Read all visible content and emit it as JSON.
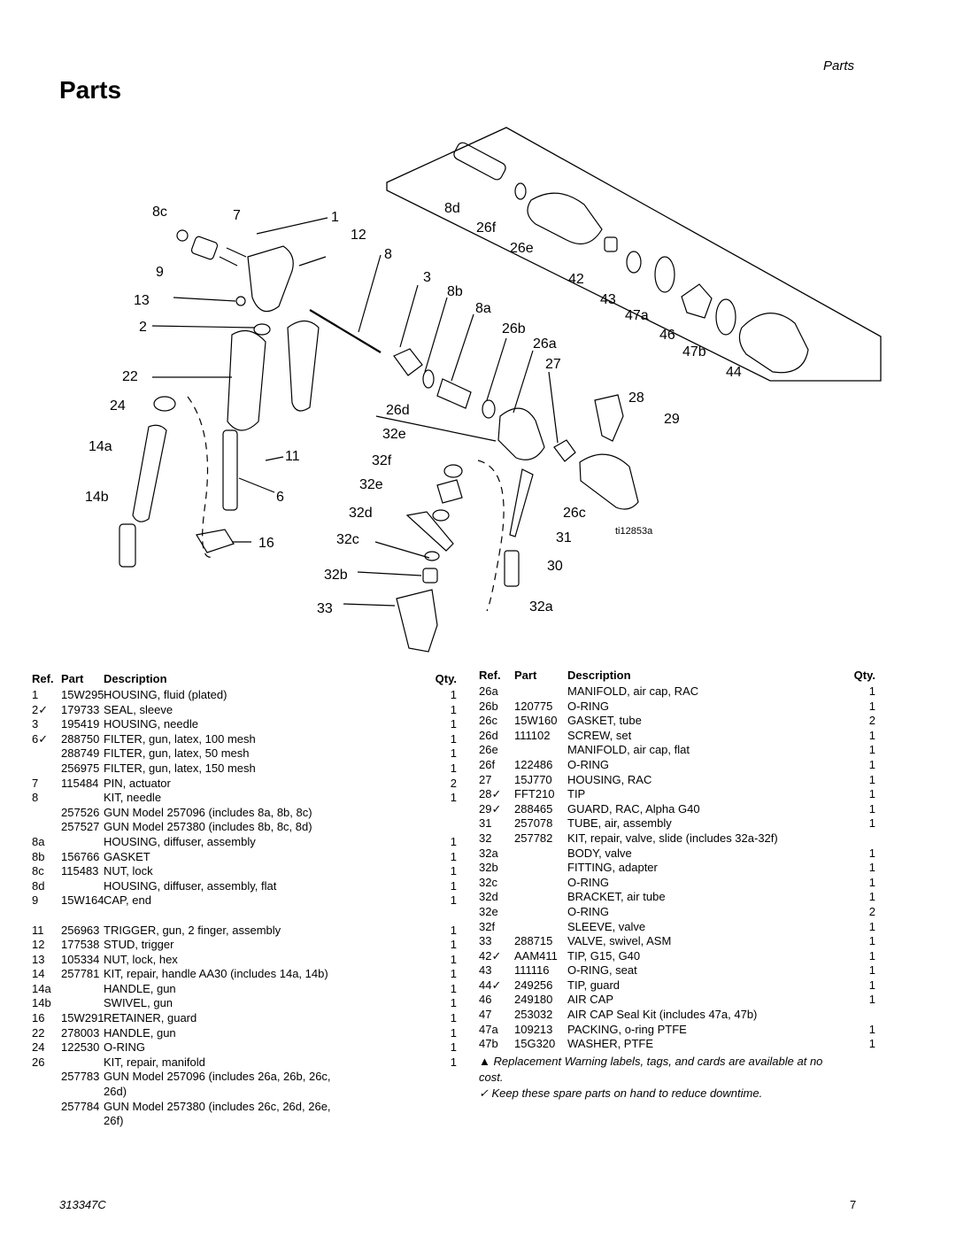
{
  "header": {
    "section": "Parts"
  },
  "title": "Parts",
  "figure": {
    "id": "ti12853a",
    "callouts": [
      "8c",
      "7",
      "1",
      "12",
      "9",
      "8",
      "13",
      "2",
      "22",
      "24",
      "14a",
      "14b",
      "11",
      "6",
      "16",
      "3",
      "8b",
      "8a",
      "8d",
      "26f",
      "26e",
      "42",
      "43",
      "47a",
      "46",
      "47b",
      "44",
      "26b",
      "26a",
      "27",
      "28",
      "29",
      "26d",
      "32e",
      "32f",
      "32e",
      "32d",
      "32c",
      "32b",
      "33",
      "26c",
      "31",
      "30",
      "32a"
    ]
  },
  "table_headers": {
    "ref": "Ref.",
    "part": "Part",
    "description": "Description",
    "qty": "Qty."
  },
  "left_rows": [
    {
      "ref": "1",
      "part": "15W295",
      "desc": "HOUSING, fluid (plated)",
      "qty": "1"
    },
    {
      "ref": "2✓",
      "part": "179733",
      "desc": "SEAL, sleeve",
      "qty": "1"
    },
    {
      "ref": "3",
      "part": "195419",
      "desc": "HOUSING, needle",
      "qty": "1"
    },
    {
      "ref": "6✓",
      "part": "288750",
      "desc": "FILTER, gun, latex, 100 mesh",
      "qty": "1"
    },
    {
      "ref": "",
      "part": "288749",
      "desc": "FILTER, gun, latex, 50 mesh",
      "qty": "1"
    },
    {
      "ref": "",
      "part": "256975",
      "desc": "FILTER, gun, latex, 150 mesh",
      "qty": "1"
    },
    {
      "ref": "7",
      "part": "115484",
      "desc": "PIN, actuator",
      "qty": "2"
    },
    {
      "ref": "8",
      "part": "",
      "desc": "KIT, needle",
      "qty": "1"
    },
    {
      "ref": "",
      "part": "257526",
      "desc": "GUN Model 257096 (includes 8a, 8b, 8c)",
      "qty": ""
    },
    {
      "ref": "",
      "part": "257527",
      "desc": "GUN Model 257380 (includes 8b, 8c, 8d)",
      "qty": ""
    },
    {
      "ref": "8a",
      "part": "",
      "desc": "HOUSING, diffuser, assembly",
      "qty": "1"
    },
    {
      "ref": "8b",
      "part": "156766",
      "desc": "GASKET",
      "qty": "1"
    },
    {
      "ref": "8c",
      "part": "115483",
      "desc": "NUT, lock",
      "qty": "1"
    },
    {
      "ref": "8d",
      "part": "",
      "desc": "HOUSING, diffuser, assembly, flat",
      "qty": "1"
    },
    {
      "ref": "9",
      "part": "15W164",
      "desc": "CAP, end",
      "qty": "1"
    },
    {
      "ref": "",
      "part": "",
      "desc": "",
      "qty": ""
    },
    {
      "ref": "11",
      "part": "256963",
      "desc": "TRIGGER, gun, 2 finger, assembly",
      "qty": "1"
    },
    {
      "ref": "12",
      "part": "177538",
      "desc": "STUD, trigger",
      "qty": "1"
    },
    {
      "ref": "13",
      "part": "105334",
      "desc": "NUT, lock, hex",
      "qty": "1"
    },
    {
      "ref": "14",
      "part": "257781",
      "desc": "KIT, repair, handle AA30 (includes 14a, 14b)",
      "qty": "1"
    },
    {
      "ref": "14a",
      "part": "",
      "desc": "HANDLE, gun",
      "qty": "1"
    },
    {
      "ref": "14b",
      "part": "",
      "desc": "SWIVEL, gun",
      "qty": "1"
    },
    {
      "ref": "16",
      "part": "15W291",
      "desc": "RETAINER, guard",
      "qty": "1"
    },
    {
      "ref": "22",
      "part": "278003",
      "desc": "HANDLE, gun",
      "qty": "1"
    },
    {
      "ref": "24",
      "part": "122530",
      "desc": "O-RING",
      "qty": "1"
    },
    {
      "ref": "26",
      "part": "",
      "desc": "KIT, repair, manifold",
      "qty": "1"
    },
    {
      "ref": "",
      "part": "257783",
      "desc": "GUN Model 257096 (includes 26a, 26b, 26c,",
      "qty": ""
    },
    {
      "ref": "",
      "part": "",
      "desc": "26d)",
      "qty": ""
    },
    {
      "ref": "",
      "part": "257784",
      "desc": "GUN Model 257380 (includes 26c, 26d, 26e,",
      "qty": ""
    },
    {
      "ref": "",
      "part": "",
      "desc": "26f)",
      "qty": ""
    }
  ],
  "right_rows": [
    {
      "ref": "26a",
      "part": "",
      "desc": "MANIFOLD, air cap, RAC",
      "qty": "1"
    },
    {
      "ref": "26b",
      "part": "120775",
      "desc": "O-RING",
      "qty": "1"
    },
    {
      "ref": "26c",
      "part": "15W160",
      "desc": "GASKET, tube",
      "qty": "2"
    },
    {
      "ref": "26d",
      "part": "111102",
      "desc": "SCREW, set",
      "qty": "1"
    },
    {
      "ref": "26e",
      "part": "",
      "desc": "MANIFOLD, air cap, flat",
      "qty": "1"
    },
    {
      "ref": "26f",
      "part": "122486",
      "desc": "O-RING",
      "qty": "1"
    },
    {
      "ref": "27",
      "part": "15J770",
      "desc": "HOUSING, RAC",
      "qty": "1"
    },
    {
      "ref": "28✓",
      "part": "FFT210",
      "desc": "TIP",
      "qty": "1"
    },
    {
      "ref": "29✓",
      "part": "288465",
      "desc": "GUARD, RAC, Alpha G40",
      "qty": "1"
    },
    {
      "ref": "31",
      "part": "257078",
      "desc": "TUBE, air, assembly",
      "qty": "1"
    },
    {
      "ref": "32",
      "part": "257782",
      "desc": "KIT, repair, valve, slide (includes 32a-32f)",
      "qty": ""
    },
    {
      "ref": "32a",
      "part": "",
      "desc": "BODY, valve",
      "qty": "1"
    },
    {
      "ref": "32b",
      "part": "",
      "desc": "FITTING, adapter",
      "qty": "1"
    },
    {
      "ref": "32c",
      "part": "",
      "desc": "O-RING",
      "qty": "1"
    },
    {
      "ref": "32d",
      "part": "",
      "desc": "BRACKET, air tube",
      "qty": "1"
    },
    {
      "ref": "32e",
      "part": "",
      "desc": "O-RING",
      "qty": "2"
    },
    {
      "ref": "32f",
      "part": "",
      "desc": "SLEEVE, valve",
      "qty": "1"
    },
    {
      "ref": "33",
      "part": "288715",
      "desc": "VALVE, swivel, ASM",
      "qty": "1"
    },
    {
      "ref": "42✓",
      "part": "AAM411",
      "desc": "TIP, G15, G40",
      "qty": "1"
    },
    {
      "ref": "43",
      "part": "111116",
      "desc": "O-RING, seat",
      "qty": "1"
    },
    {
      "ref": "44✓",
      "part": "249256",
      "desc": "TIP, guard",
      "qty": "1"
    },
    {
      "ref": "46",
      "part": "249180",
      "desc": "AIR CAP",
      "qty": "1"
    },
    {
      "ref": "47",
      "part": "253032",
      "desc": "AIR CAP Seal Kit (includes 47a, 47b)",
      "qty": ""
    },
    {
      "ref": "47a",
      "part": "109213",
      "desc": "PACKING, o-ring PTFE",
      "qty": "1"
    },
    {
      "ref": "47b",
      "part": "15G320",
      "desc": "WASHER, PTFE",
      "qty": "1"
    }
  ],
  "notes": {
    "note1_line1": "▲ Replacement Warning labels, tags, and cards are available at no",
    "note1_line2": "cost.",
    "note2": "✓ Keep these spare parts on hand to reduce downtime."
  },
  "footer": {
    "doc_number": "313347C",
    "page": "7"
  }
}
